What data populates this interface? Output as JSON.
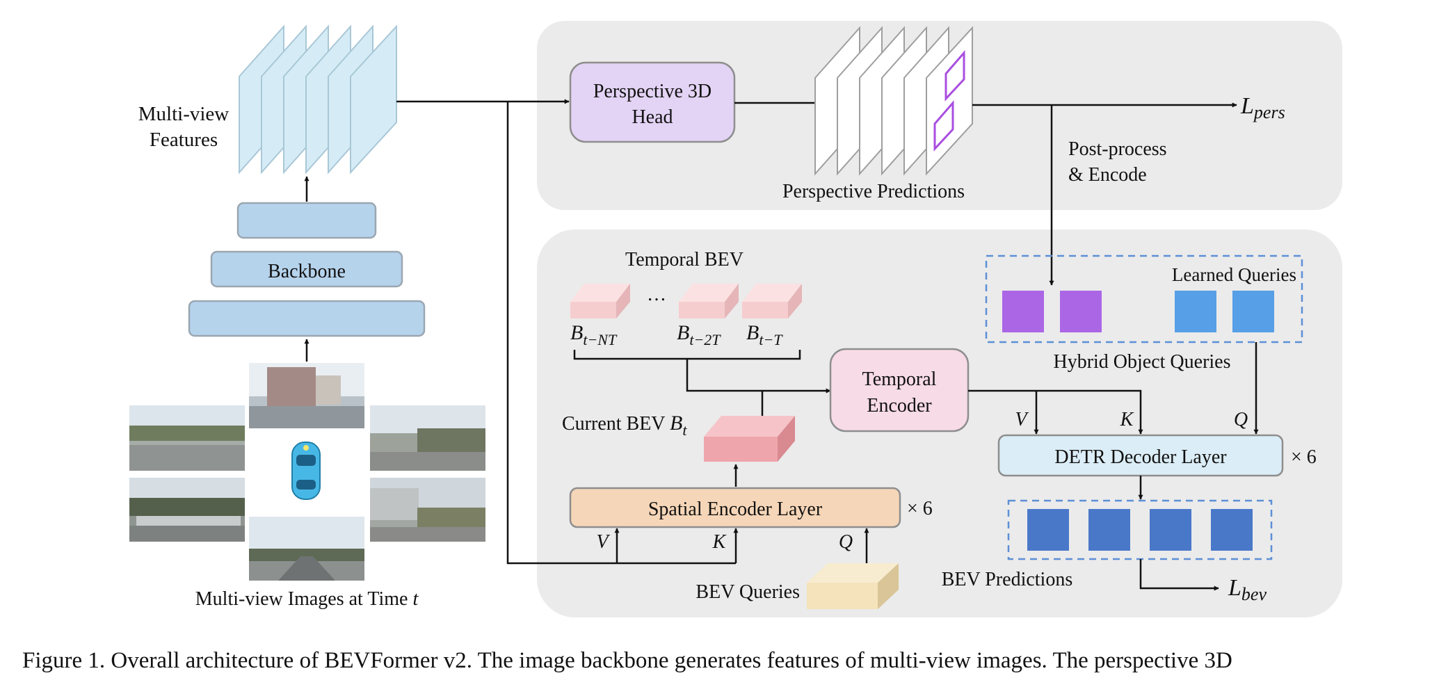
{
  "labels": {
    "multiview_features_line1": "Multi-view",
    "multiview_features_line2": "Features",
    "backbone": "Backbone",
    "multiview_images": "Multi-view Images at Time",
    "time_symbol": "t",
    "perspective_head_line1": "Perspective 3D",
    "perspective_head_line2": "Head",
    "perspective_predictions": "Perspective Predictions",
    "l_pers_main": "L",
    "l_pers_sub": "pers",
    "postprocess_line1": "Post-process",
    "postprocess_line2": "& Encode",
    "temporal_bev": "Temporal BEV",
    "ellipsis": "…",
    "b_nt_main": "B",
    "b_nt_sub": "t−NT",
    "b_2t_main": "B",
    "b_2t_sub": "t−2T",
    "b_t_main": "B",
    "b_t_sub": "t−T",
    "temporal_encoder_line1": "Temporal",
    "temporal_encoder_line2": "Encoder",
    "current_bev": "Current BEV",
    "current_bev_main": "B",
    "current_bev_sub": "t",
    "spatial_encoder": "Spatial Encoder Layer",
    "times6_spatial": "× 6",
    "v_spatial": "V",
    "k_spatial": "K",
    "q_spatial": "Q",
    "bev_queries": "BEV Queries",
    "learned_queries": "Learned Queries",
    "hybrid_object_queries": "Hybrid Object Queries",
    "v_detr": "V",
    "k_detr": "K",
    "q_detr": "Q",
    "detr_decoder": "DETR Decoder Layer",
    "times6_detr": "× 6",
    "bev_predictions": "BEV Predictions",
    "l_bev_main": "L",
    "l_bev_sub": "bev"
  },
  "caption": "Figure 1.  Overall architecture of BEVFormer v2.  The image backbone generates features of multi-view images.  The perspective 3D",
  "colors": {
    "panel": "#ebebeb",
    "feature_plane": "#d5ecf6",
    "backbone": "#b6d3ec",
    "perspective_head": "#e3d3f4",
    "temporal_encoder": "#f7dbe7",
    "spatial_encoder": "#f6d6b8",
    "detr_decoder": "#dbedf6",
    "purple_query": "#ab66e6",
    "blue_query": "#579fe6",
    "bev_pred": "#4a78c9",
    "bev_history": "#f6cdcf",
    "bev_current": "#eea5ab",
    "bev_queries": "#f4e3bb"
  },
  "icons": [
    "car-icon",
    "camera-photo"
  ]
}
